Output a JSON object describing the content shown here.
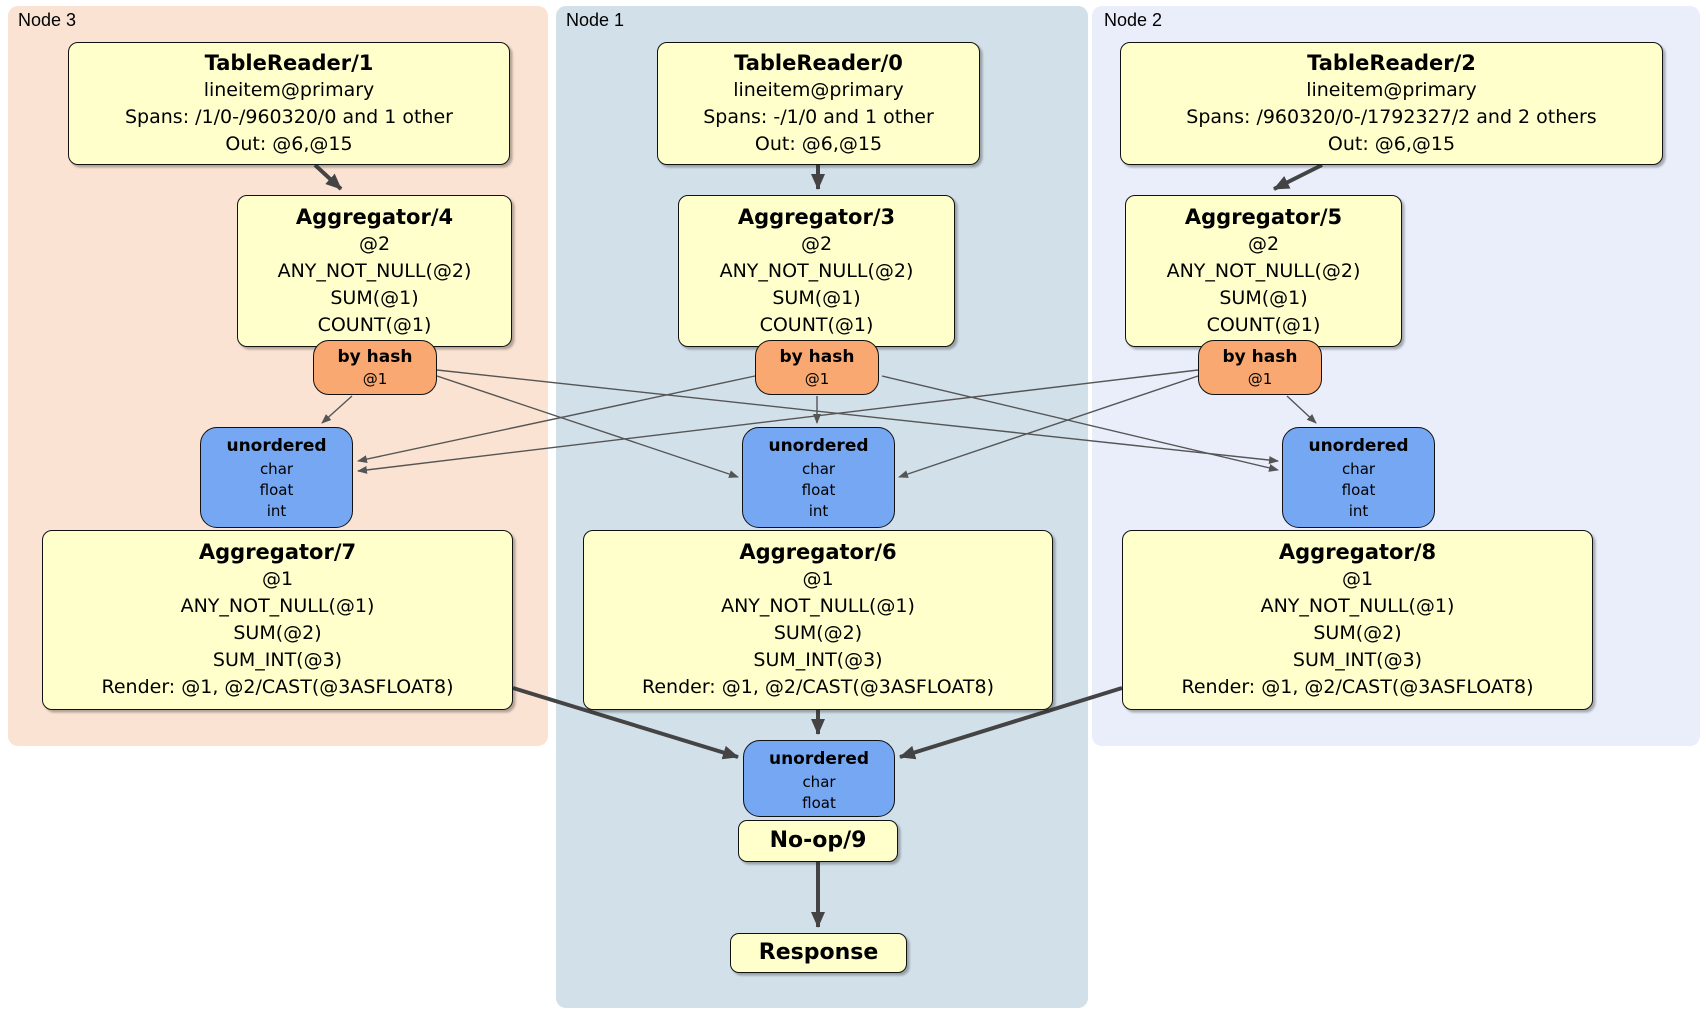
{
  "panels": {
    "node3": {
      "label": "Node 3"
    },
    "node1": {
      "label": "Node 1"
    },
    "node2": {
      "label": "Node 2"
    }
  },
  "node3": {
    "table_reader": {
      "title": "TableReader/1",
      "lines": [
        "lineitem@primary",
        "Spans: /1/0-/960320/0 and 1 other",
        "Out: @6,@15"
      ]
    },
    "aggregator_top": {
      "title": "Aggregator/4",
      "lines": [
        "@2",
        "ANY_NOT_NULL(@2)",
        "SUM(@1)",
        "COUNT(@1)"
      ]
    },
    "router": {
      "title": "by hash",
      "detail": "@1"
    },
    "sync": {
      "title": "unordered",
      "lines": [
        "char",
        "float",
        "int"
      ]
    },
    "aggregator_bottom": {
      "title": "Aggregator/7",
      "lines": [
        "@1",
        "ANY_NOT_NULL(@1)",
        "SUM(@2)",
        "SUM_INT(@3)",
        "Render: @1, @2/CAST(@3ASFLOAT8)"
      ]
    }
  },
  "node1": {
    "table_reader": {
      "title": "TableReader/0",
      "lines": [
        "lineitem@primary",
        "Spans: -/1/0 and 1 other",
        "Out: @6,@15"
      ]
    },
    "aggregator_top": {
      "title": "Aggregator/3",
      "lines": [
        "@2",
        "ANY_NOT_NULL(@2)",
        "SUM(@1)",
        "COUNT(@1)"
      ]
    },
    "router": {
      "title": "by hash",
      "detail": "@1"
    },
    "sync": {
      "title": "unordered",
      "lines": [
        "char",
        "float",
        "int"
      ]
    },
    "aggregator_bottom": {
      "title": "Aggregator/6",
      "lines": [
        "@1",
        "ANY_NOT_NULL(@1)",
        "SUM(@2)",
        "SUM_INT(@3)",
        "Render: @1, @2/CAST(@3ASFLOAT8)"
      ]
    }
  },
  "node2": {
    "table_reader": {
      "title": "TableReader/2",
      "lines": [
        "lineitem@primary",
        "Spans: /960320/0-/1792327/2 and 2 others",
        "Out: @6,@15"
      ]
    },
    "aggregator_top": {
      "title": "Aggregator/5",
      "lines": [
        "@2",
        "ANY_NOT_NULL(@2)",
        "SUM(@1)",
        "COUNT(@1)"
      ]
    },
    "router": {
      "title": "by hash",
      "detail": "@1"
    },
    "sync": {
      "title": "unordered",
      "lines": [
        "char",
        "float",
        "int"
      ]
    },
    "aggregator_bottom": {
      "title": "Aggregator/8",
      "lines": [
        "@1",
        "ANY_NOT_NULL(@1)",
        "SUM(@2)",
        "SUM_INT(@3)",
        "Render: @1, @2/CAST(@3ASFLOAT8)"
      ]
    }
  },
  "final": {
    "sync": {
      "title": "unordered",
      "lines": [
        "char",
        "float"
      ]
    },
    "noop": {
      "title": "No-op/9"
    },
    "response": {
      "title": "Response"
    }
  },
  "colors": {
    "node3_bg": "#fbe3d3",
    "node1_bg": "#d2e0ea",
    "node2_bg": "#e9eefa",
    "processor_bg": "#ffffcc",
    "router_bg": "#f8a870",
    "sync_bg": "#75a7f2",
    "edge": "#444444",
    "border": "#111111"
  }
}
